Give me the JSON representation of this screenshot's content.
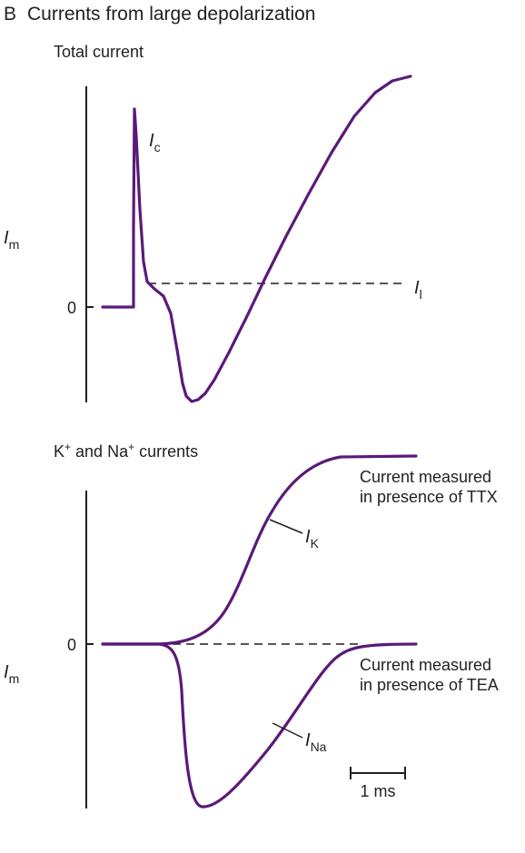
{
  "figure": {
    "panel_label": "B",
    "title": "Currents from large depolarization",
    "trace_color": "#5a1a78",
    "axis_color": "#231f20"
  },
  "top_panel": {
    "title": "Total current",
    "y_axis_label": {
      "main": "I",
      "sub": "m"
    },
    "zero_label": "0",
    "capacitive_label": {
      "main": "I",
      "sub": "c"
    },
    "leak_label": {
      "main": "I",
      "sub": "l"
    }
  },
  "bottom_panel": {
    "title": {
      "k": "K",
      "k_sup": "+",
      "mid": " and Na",
      "na_sup": "+",
      "end": " currents"
    },
    "y_axis_label": {
      "main": "I",
      "sub": "m"
    },
    "zero_label": "0",
    "k_trace_label": {
      "main": "I",
      "sub": "K"
    },
    "na_trace_label": {
      "main": "I",
      "sub": "Na"
    },
    "ttx_note": {
      "line1": "Current measured",
      "line2": "in presence of TTX"
    },
    "tea_note": {
      "line1": "Current measured",
      "line2": "in presence of TEA"
    },
    "scale_bar_label": "1 ms"
  }
}
